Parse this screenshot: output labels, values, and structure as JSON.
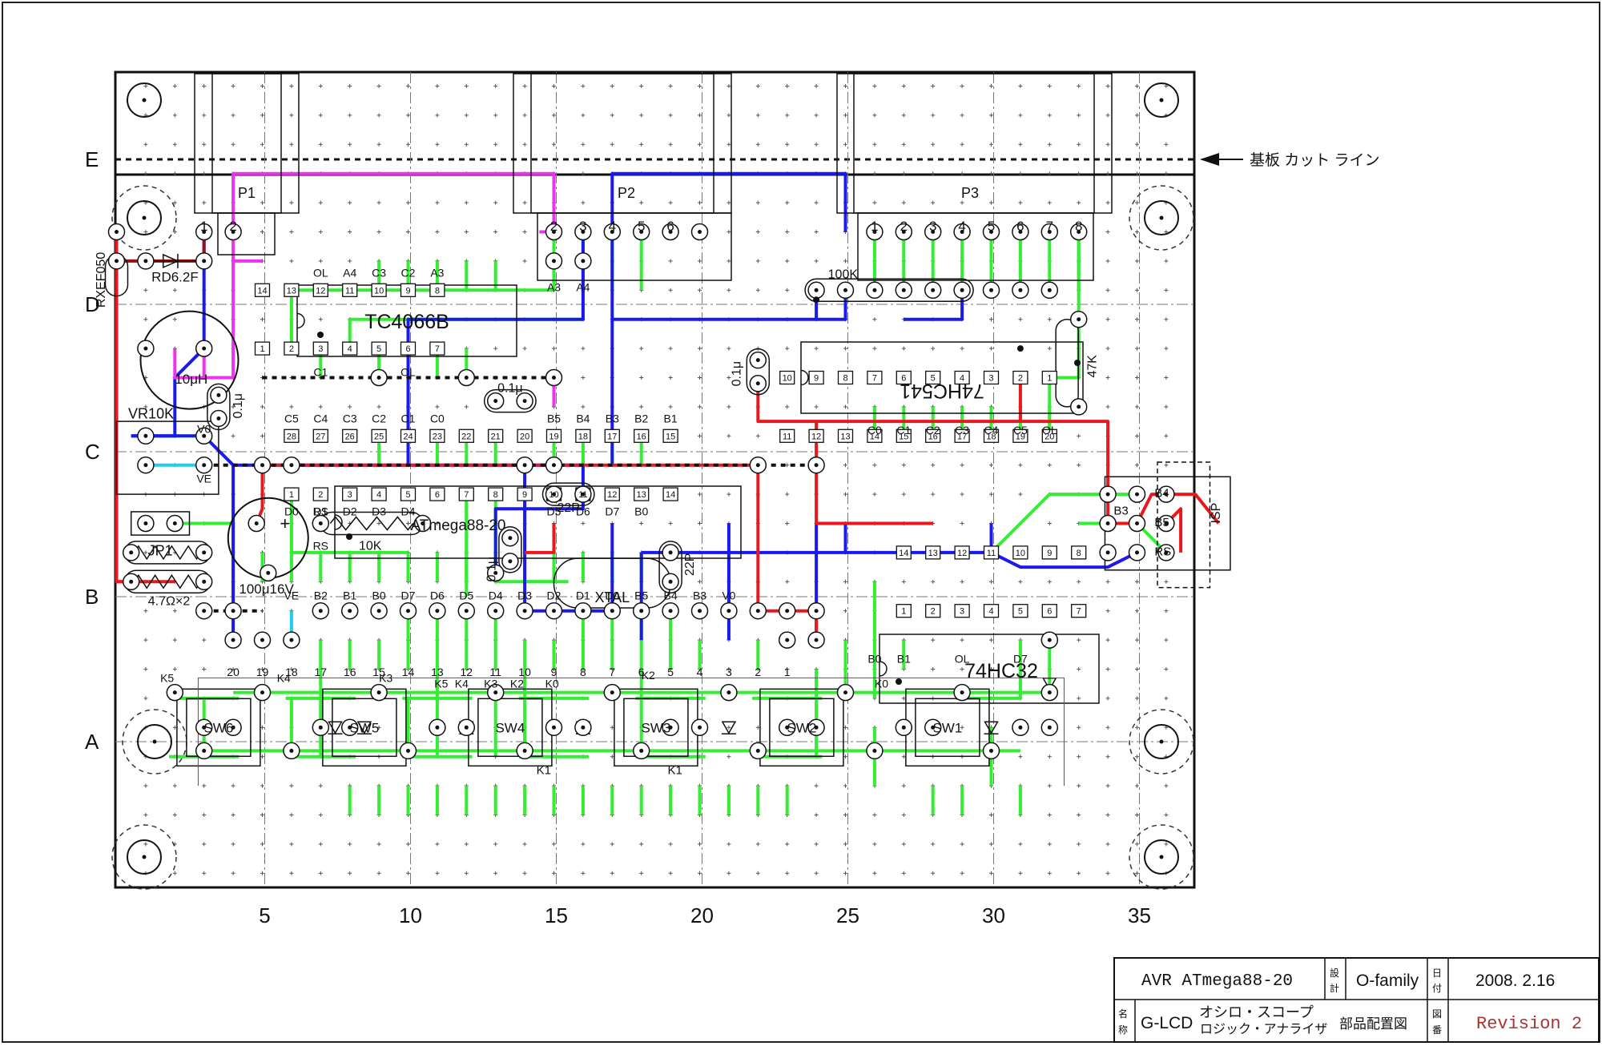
{
  "rows": [
    "E",
    "D",
    "C",
    "B",
    "A"
  ],
  "columns": [
    "5",
    "10",
    "15",
    "20",
    "25",
    "30",
    "35"
  ],
  "cut_line_label": "基板 カット ライン",
  "connectors": {
    "p1": {
      "label": "P1",
      "pins": [
        "1",
        "2"
      ]
    },
    "p2": {
      "label": "P2",
      "pins": [
        "2",
        "3",
        "4",
        "5",
        "6"
      ]
    },
    "p3": {
      "label": "P3",
      "pins": [
        "1",
        "2",
        "3",
        "4",
        "5",
        "6",
        "7",
        "8"
      ]
    },
    "isp": {
      "label": "ISP",
      "pins": [
        "B4",
        "B3",
        "B5",
        "RS"
      ]
    }
  },
  "chips": {
    "tc4066": {
      "label": "TC4066B",
      "top": [
        "14",
        "13",
        "12",
        "11",
        "10",
        "9",
        "8"
      ],
      "bottom": [
        "1",
        "2",
        "3",
        "4",
        "5",
        "6",
        "7"
      ],
      "top_signals": [
        "OL",
        "A4",
        "C3",
        "C2",
        "A3"
      ],
      "bottom_signals": [
        "C1",
        "OL"
      ],
      "other_signals": [
        "A3",
        "A4"
      ]
    },
    "hc541": {
      "label": "74HC541",
      "top": [
        "11",
        "12",
        "13",
        "14",
        "15",
        "16",
        "17",
        "18",
        "19",
        "20"
      ],
      "bottom": [
        "10",
        "9",
        "8",
        "7",
        "6",
        "5",
        "4",
        "3",
        "2",
        "1"
      ],
      "signals": [
        "C0",
        "C1",
        "C2",
        "C3",
        "C4",
        "C5",
        "OL"
      ]
    },
    "atmega": {
      "label": "ATmega88-20",
      "top": [
        "28",
        "27",
        "26",
        "25",
        "24",
        "23",
        "22",
        "21",
        "20",
        "19",
        "18",
        "17",
        "16",
        "15"
      ],
      "bottom": [
        "1",
        "2",
        "3",
        "4",
        "5",
        "6",
        "7",
        "8",
        "9",
        "10",
        "11",
        "12",
        "13",
        "14"
      ],
      "top_signals": [
        "C5",
        "C4",
        "C3",
        "C2",
        "C1",
        "C0",
        "B5",
        "B4",
        "B3",
        "B2",
        "B1"
      ],
      "bottom_signals": [
        "D0",
        "D1",
        "D2",
        "D3",
        "D4",
        "RS",
        "D5",
        "D6",
        "D7",
        "B0"
      ]
    },
    "hc32": {
      "label": "74HC32",
      "top": [
        "14",
        "13",
        "12",
        "11",
        "10",
        "9",
        "8"
      ],
      "bottom": [
        "1",
        "2",
        "3",
        "4",
        "5",
        "6",
        "7"
      ],
      "signals": [
        "B0",
        "B1",
        "OL",
        "D7"
      ]
    }
  },
  "parts": {
    "rxef": "RXEF050",
    "rd": "RD6.2F",
    "inductor": "10μH",
    "vr": "VR10K",
    "v0": "V0",
    "ve": "VE",
    "jp": "JP1",
    "res_pair": "4.7Ω×2",
    "elcap": "100μ16V",
    "res10k": "10K",
    "rs": "RS",
    "cap01a": "0.1μ",
    "cap01b": "0.1μ",
    "cap01c": "0.1μ",
    "cap01d": "0.1μ",
    "c22pa": "22P",
    "c22pb": "22P",
    "xtal": "XTAL",
    "res100k": "100K",
    "res47k": "47K"
  },
  "lcd_header": {
    "numbers": [
      "20",
      "19",
      "18",
      "17",
      "16",
      "15",
      "14",
      "13",
      "12",
      "11",
      "10",
      "9",
      "8",
      "7",
      "6",
      "5",
      "4",
      "3",
      "2",
      "1"
    ],
    "signals": [
      "VE",
      "B2",
      "B1",
      "B0",
      "D7",
      "D6",
      "D5",
      "D4",
      "D3",
      "D2",
      "D1",
      "D0",
      "B5",
      "B4",
      "B3",
      "V0"
    ]
  },
  "switches": {
    "names": [
      "SW6",
      "SW5",
      "SW4",
      "SW3",
      "SW2",
      "SW1"
    ],
    "k_labels": [
      "K5",
      "K4",
      "K3",
      "K5",
      "K4",
      "K3",
      "K2",
      "K0",
      "K2",
      "K0"
    ],
    "k1_labels": [
      "K1",
      "K1"
    ]
  },
  "title_block": {
    "project": "AVR ATmega88-20",
    "design_label": "設計",
    "designer": "O-family",
    "date_label": "日付",
    "date": "2008. 2.16",
    "name_label": "名称",
    "name_prefix": "G-LCD",
    "name_line1": "オシロ・スコープ",
    "name_line2": "ロジック・アナライザ",
    "name_suffix": "部品配置図",
    "number_label": "図番",
    "revision": "Revision 2"
  },
  "colors": {
    "red": "#e8191e",
    "green": "#33ee33",
    "blue": "#1a1aee",
    "magenta": "#ee33ee",
    "darkred": "#991111",
    "cyan": "#22ccee",
    "black": "#111111",
    "revision": "#aa3333"
  }
}
